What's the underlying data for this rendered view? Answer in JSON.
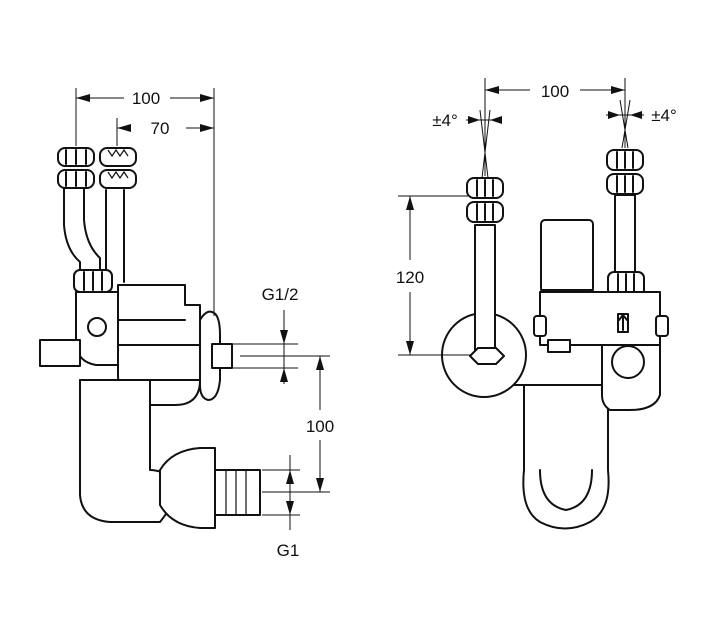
{
  "labels": {
    "left_width_total": "100",
    "left_width_offset": "70",
    "left_thread_top": "G1/2",
    "left_height_between": "100",
    "left_thread_bottom": "G1",
    "right_width_total": "100",
    "right_angle_left": "±4°",
    "right_angle_right": "±4°",
    "right_height": "120"
  }
}
